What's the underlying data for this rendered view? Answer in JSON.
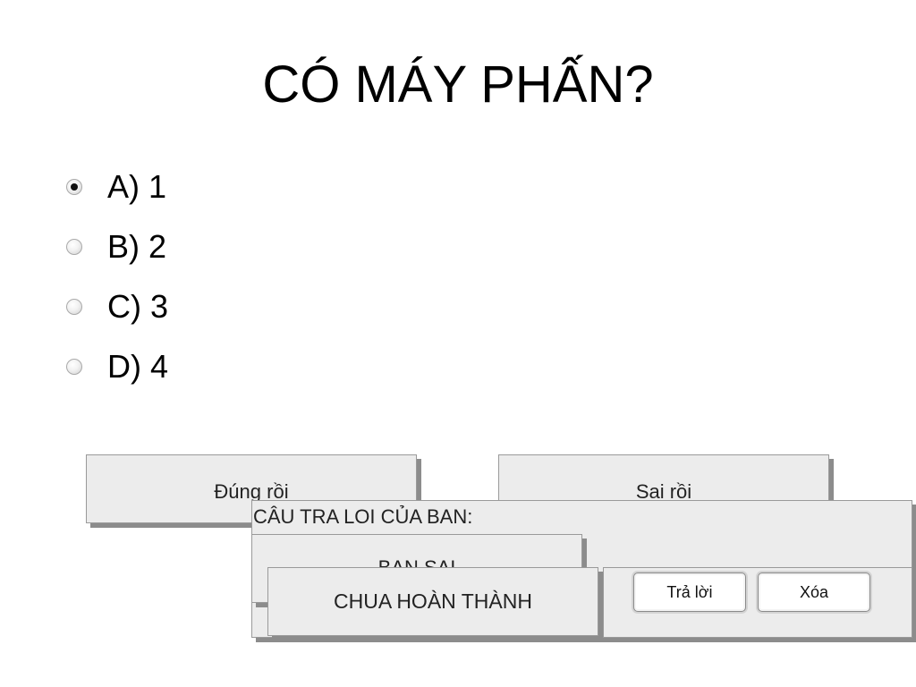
{
  "question": {
    "title": "CÓ MÁY PHẤN?",
    "options": [
      {
        "label": "A) 1",
        "selected": true
      },
      {
        "label": "B) 2",
        "selected": false
      },
      {
        "label": "C) 3",
        "selected": false
      },
      {
        "label": "D) 4",
        "selected": false
      }
    ]
  },
  "feedback": {
    "correct_label": "Đúng rồi",
    "incorrect_label": "Sai rồi",
    "your_answer_label": "CÂU TRA LOI CỦA BAN:",
    "you_are_wrong_label": "BAN SAI",
    "incomplete_label": "CHUA HOÀN THÀNH"
  },
  "actions": {
    "submit_label": "Trả lời",
    "clear_label": "Xóa"
  },
  "colors": {
    "panel_bg": "#ececec",
    "panel_shadow": "#8c8c8c",
    "button_bg": "#ffffff"
  }
}
